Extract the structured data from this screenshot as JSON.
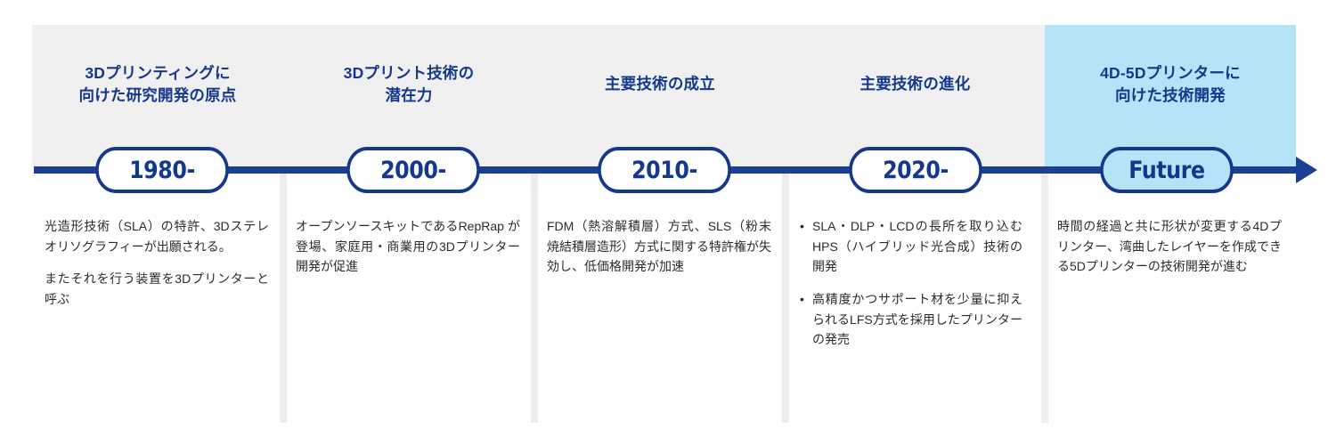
{
  "colors": {
    "brand_blue": "#16388C",
    "axis_blue": "#1B3F94",
    "panel_grey": "#F0F0F0",
    "highlight_blue": "#B3E4F7",
    "divider_grey": "#EDEDED",
    "body_text": "#2B2B2B"
  },
  "axis": {
    "name": "timeline-axis",
    "direction": "left-to-right",
    "arrow": "arrow-right"
  },
  "columns": [
    {
      "id": "origin",
      "heading": "3Dプリンティングに\n向けた研究開発の原点",
      "year": "1980-",
      "highlight": false,
      "paragraphs": [
        "光造形技術（SLA）の特許、3Dステレオリソグラフィーが出願される。",
        "またそれを行う装置を3Dプリンターと呼ぶ"
      ],
      "bullets": []
    },
    {
      "id": "potential",
      "heading": "3Dプリント技術の\n潜在力",
      "year": "2000-",
      "highlight": false,
      "paragraphs": [
        "オープンソースキットであるRepRap が登場、家庭用・商業用の3Dプリンター開発が促進"
      ],
      "bullets": []
    },
    {
      "id": "establishment",
      "heading": "主要技術の成立",
      "year": "2010-",
      "highlight": false,
      "paragraphs": [
        "FDM（熱溶解積層）方式、SLS（粉末焼結積層造形）方式に関する特許権が失効し、低価格開発が加速"
      ],
      "bullets": []
    },
    {
      "id": "evolution",
      "heading": "主要技術の進化",
      "year": "2020-",
      "highlight": false,
      "paragraphs": [],
      "bullets": [
        "SLA・DLP・LCDの長所を取り込むHPS（ハイブリッド光合成）技術の開発",
        "高精度かつサポート材を少量に抑えられるLFS方式を採用したプリンターの発売"
      ]
    },
    {
      "id": "future",
      "heading": "4D-5Dプリンターに\n向けた技術開発",
      "year": "Future",
      "highlight": true,
      "paragraphs": [
        "時間の経過と共に形状が変更する4Dプリンター、湾曲したレイヤーを作成できる5Dプリンターの技術開発が進む"
      ],
      "bullets": []
    }
  ],
  "bullet_glyph": "•"
}
